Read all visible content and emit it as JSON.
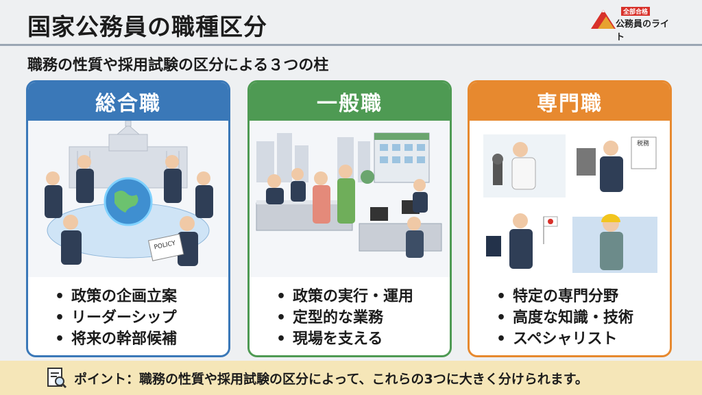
{
  "header": {
    "title": "国家公務員の職種区分",
    "subtitle": "職務の性質や採用試験の区分による３つの柱"
  },
  "logo": {
    "tag": "全部合格",
    "name": "公務員のライト",
    "icon": "mountain-logo-icon"
  },
  "columns": [
    {
      "title": "総合職",
      "color": "#3a78b8",
      "bullets": [
        "政策の企画立案",
        "リーダーシップ",
        "将来の幹部候補"
      ],
      "illustration_text": "POLICY"
    },
    {
      "title": "一般職",
      "color": "#4e9a53",
      "bullets": [
        "政策の実行・運用",
        "定型的な業務",
        "現場を支える"
      ]
    },
    {
      "title": "専門職",
      "color": "#e7892f",
      "bullets": [
        "特定の専門分野",
        "高度な知識・技術",
        "スペシャリスト"
      ],
      "illustration_text": "税務"
    }
  ],
  "footer": {
    "icon": "document-magnifier-icon",
    "note": "ポイント：職務の性質や採用試験の区分によって、これらの3つに大きく分けられます。"
  },
  "colors": {
    "background": "#eef0f2",
    "footer_band": "#f5e6b8",
    "logo_red": "#d8312a"
  }
}
